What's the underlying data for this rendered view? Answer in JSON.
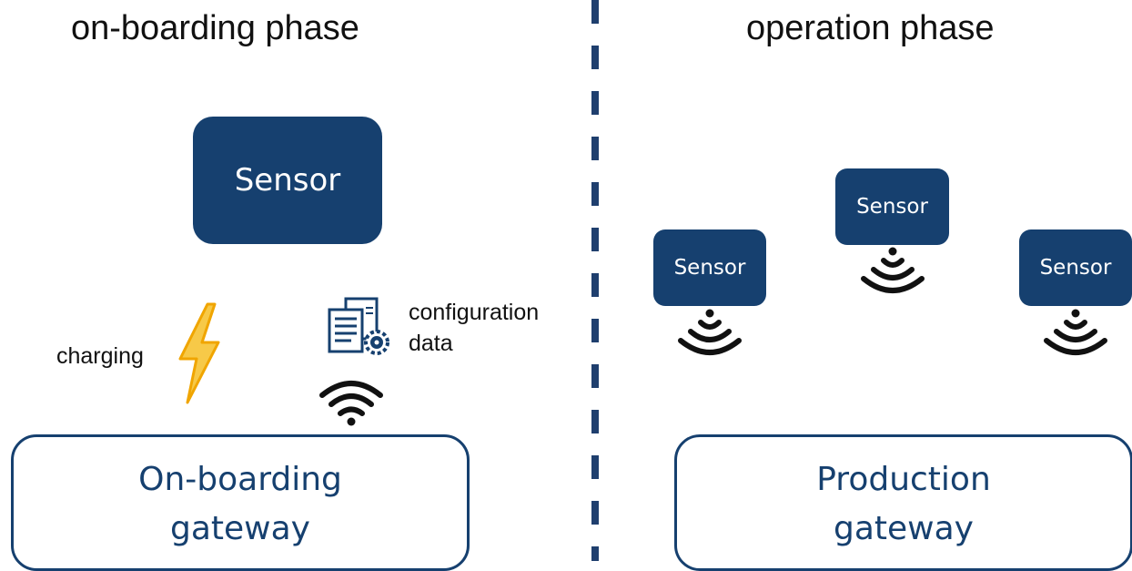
{
  "phases": {
    "left_title": "on-boarding phase",
    "right_title": "operation phase"
  },
  "onboarding": {
    "sensor_label": "Sensor",
    "charging_label": "charging",
    "config_line1": "configuration",
    "config_line2": "data",
    "gateway_line1": "On-boarding",
    "gateway_line2": "gateway"
  },
  "operation": {
    "sensors": [
      "Sensor",
      "Sensor",
      "Sensor"
    ],
    "gateway_line1": "Production",
    "gateway_line2": "gateway"
  },
  "icons": {
    "charging": "lightning-icon",
    "config": "document-gear-icon",
    "connection": "wifi-icon",
    "emission": "signal-waves-icon"
  },
  "colors": {
    "primary": "#16406f",
    "divider": "#1f3f6e",
    "lightning_fill": "#f7c948",
    "lightning_stroke": "#f0a500",
    "text": "#111111"
  }
}
